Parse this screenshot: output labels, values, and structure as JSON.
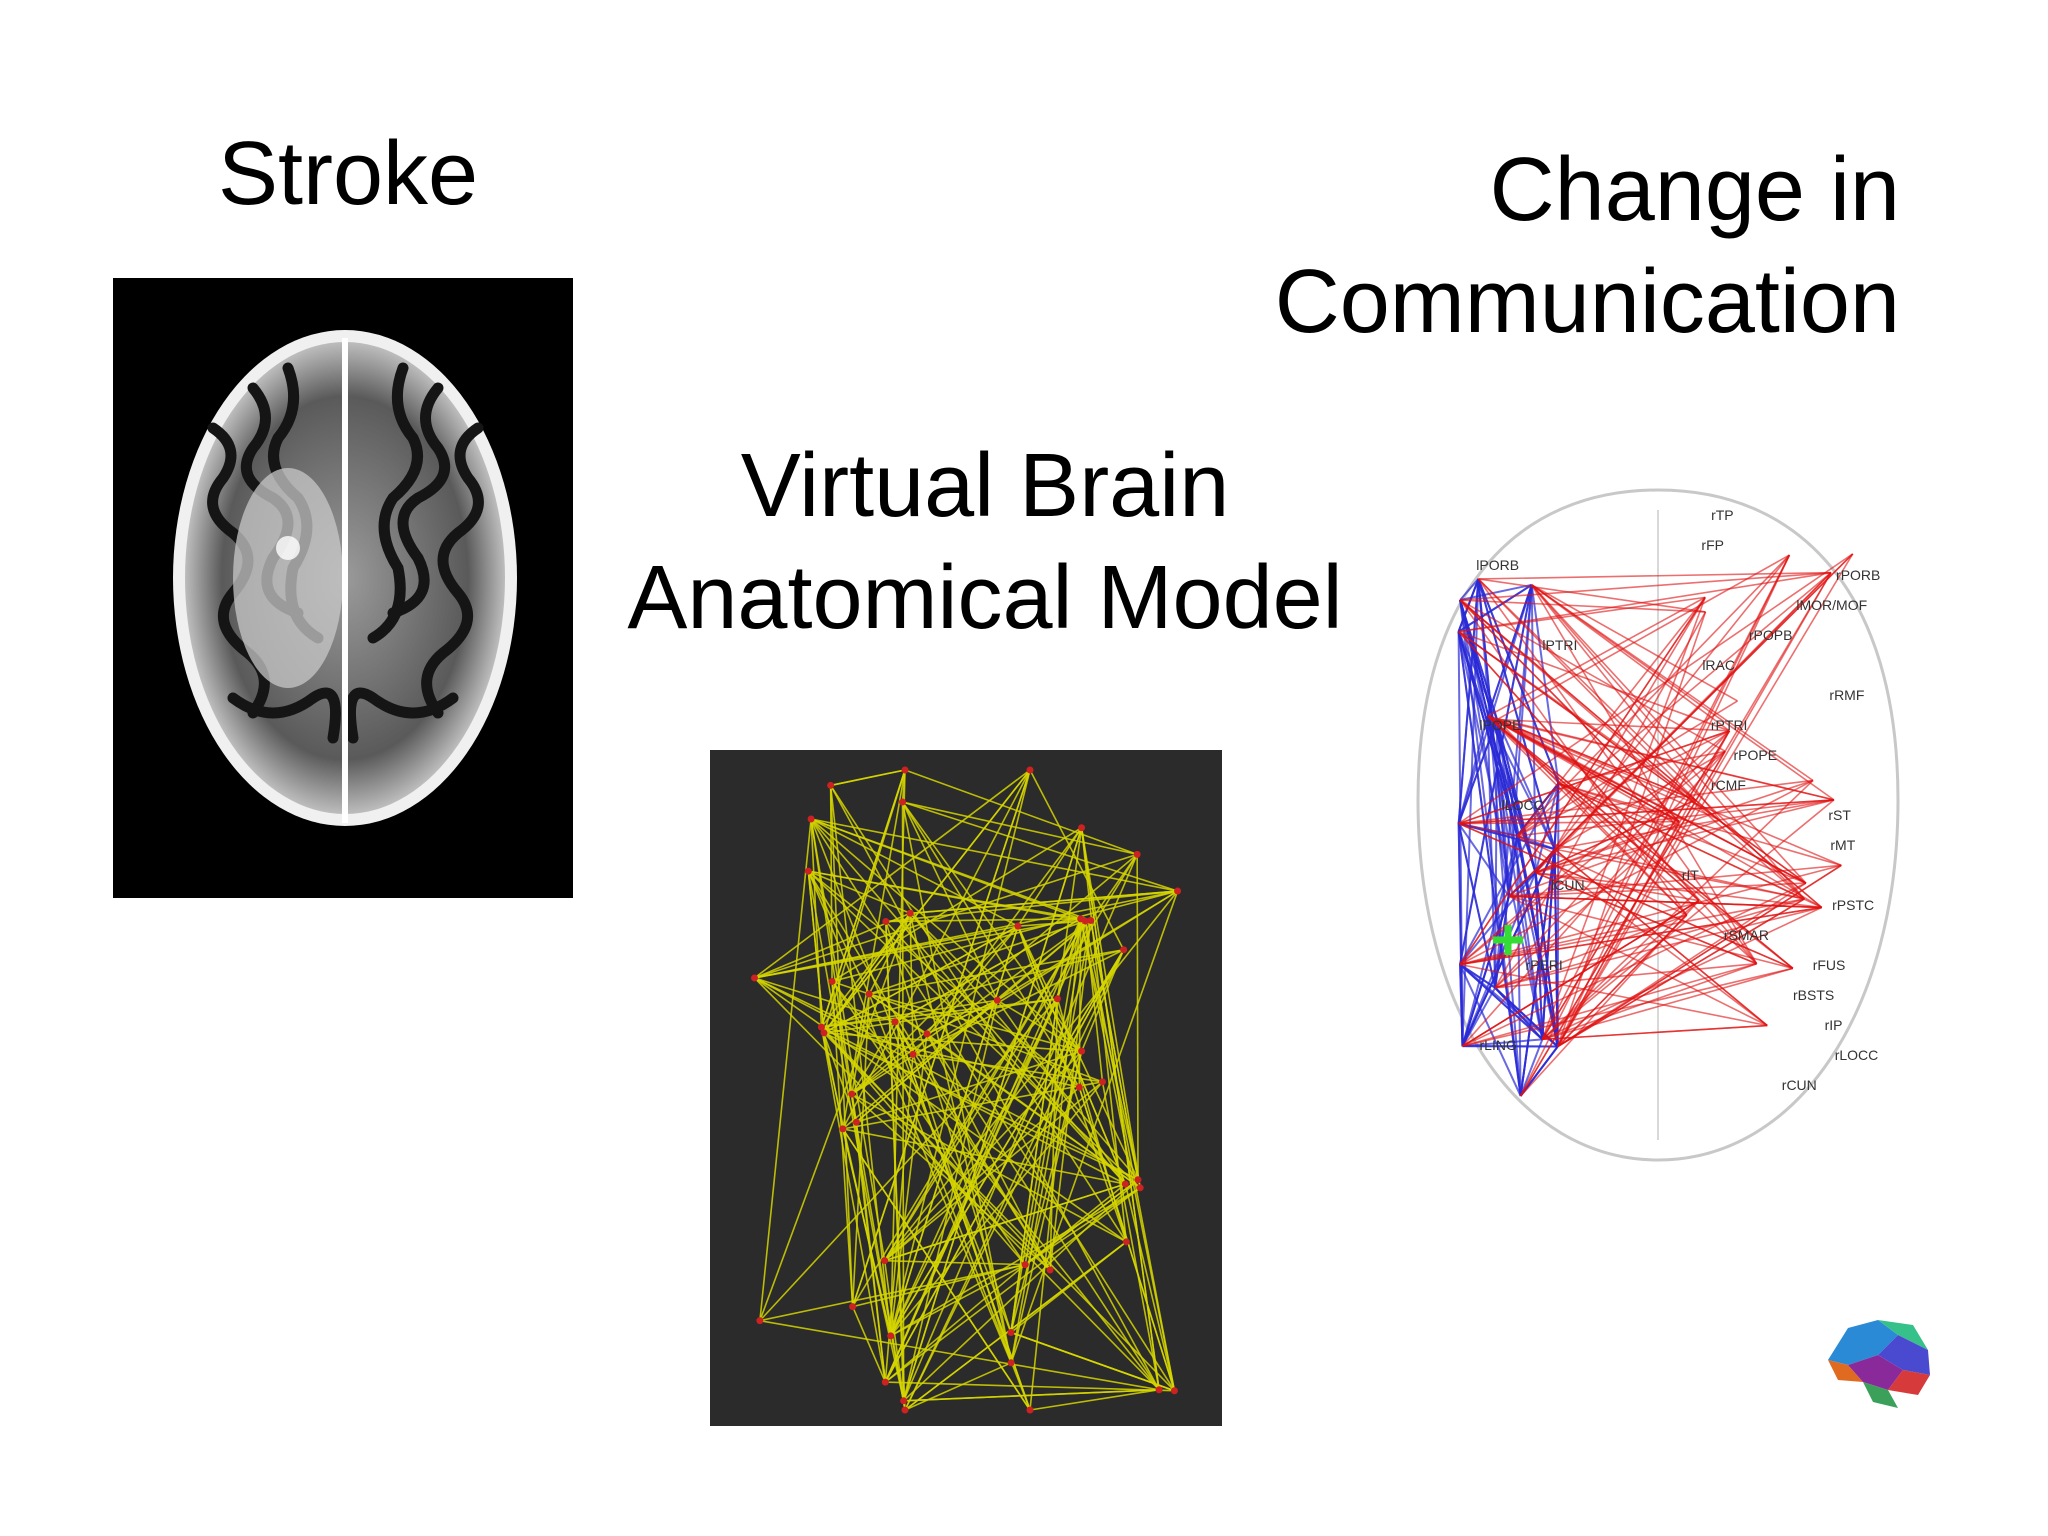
{
  "titles": {
    "stroke": "Stroke",
    "virtual_brain_line1": "Virtual Brain",
    "virtual_brain_line2": "Anatomical Model",
    "change_line1": "Change in",
    "change_line2": "Communication"
  },
  "network_labels": [
    "rTP",
    "rFP",
    "rPORB",
    "lMOR/MOF",
    "rPOPB",
    "lRAC",
    "rRMF",
    "rPTRI",
    "rPOPE",
    "rCMF",
    "rST",
    "rMT",
    "rIT",
    "rPSTC",
    "rSMAR",
    "rFUS",
    "rBSTS",
    "rIP",
    "rLOCC",
    "rCUN",
    "lPORB",
    "lPTRI",
    "lPOPE",
    "lLOCC",
    "lCUN",
    "rPERI",
    "rLING"
  ],
  "colors": {
    "background": "#ffffff",
    "stroke_bg": "#000000",
    "yellow_panel_bg": "#2b2b2b",
    "yellow_edges": "#d6d600",
    "node_red": "#cc2222",
    "blue_edges": "#2a2ad6",
    "red_edges": "#e01010",
    "logo_colors": [
      "#2a8ad6",
      "#36c08a",
      "#e06a20",
      "#8a2a9a",
      "#d63a3a",
      "#4a4ad0"
    ]
  }
}
